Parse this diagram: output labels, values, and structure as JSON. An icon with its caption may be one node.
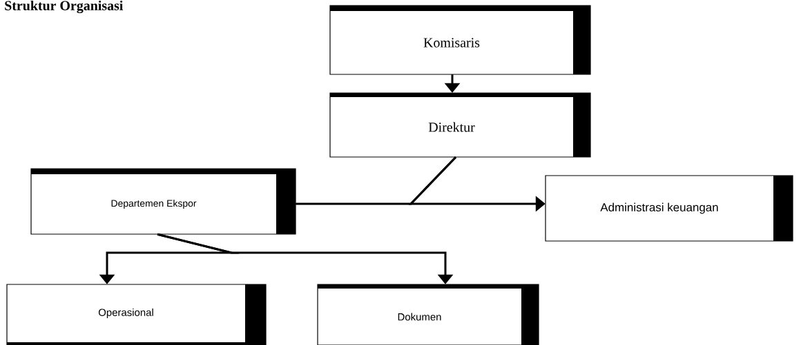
{
  "diagram": {
    "title": "Struktur Organisasi",
    "nodes": [
      {
        "text": [
          "Komisaris"
        ]
      },
      {
        "text": [
          "Direktur"
        ]
      },
      {
        "text": [
          "Departemen Ekspor"
        ]
      },
      {
        "text": [
          "Administrasi keuangan"
        ]
      },
      {
        "text": [
          "Operasional"
        ]
      },
      {
        "text": [
          "Dokumen"
        ]
      }
    ],
    "edges": [
      {
        "from": 0,
        "to": 1,
        "arrow": "to"
      },
      {
        "from": 1,
        "to": 3,
        "arrow": "to"
      },
      {
        "from": 1,
        "to": 2,
        "arrow": "none"
      },
      {
        "from": 2,
        "to": 4,
        "arrow": "to"
      },
      {
        "from": 2,
        "to": 5,
        "arrow": "to"
      }
    ]
  }
}
